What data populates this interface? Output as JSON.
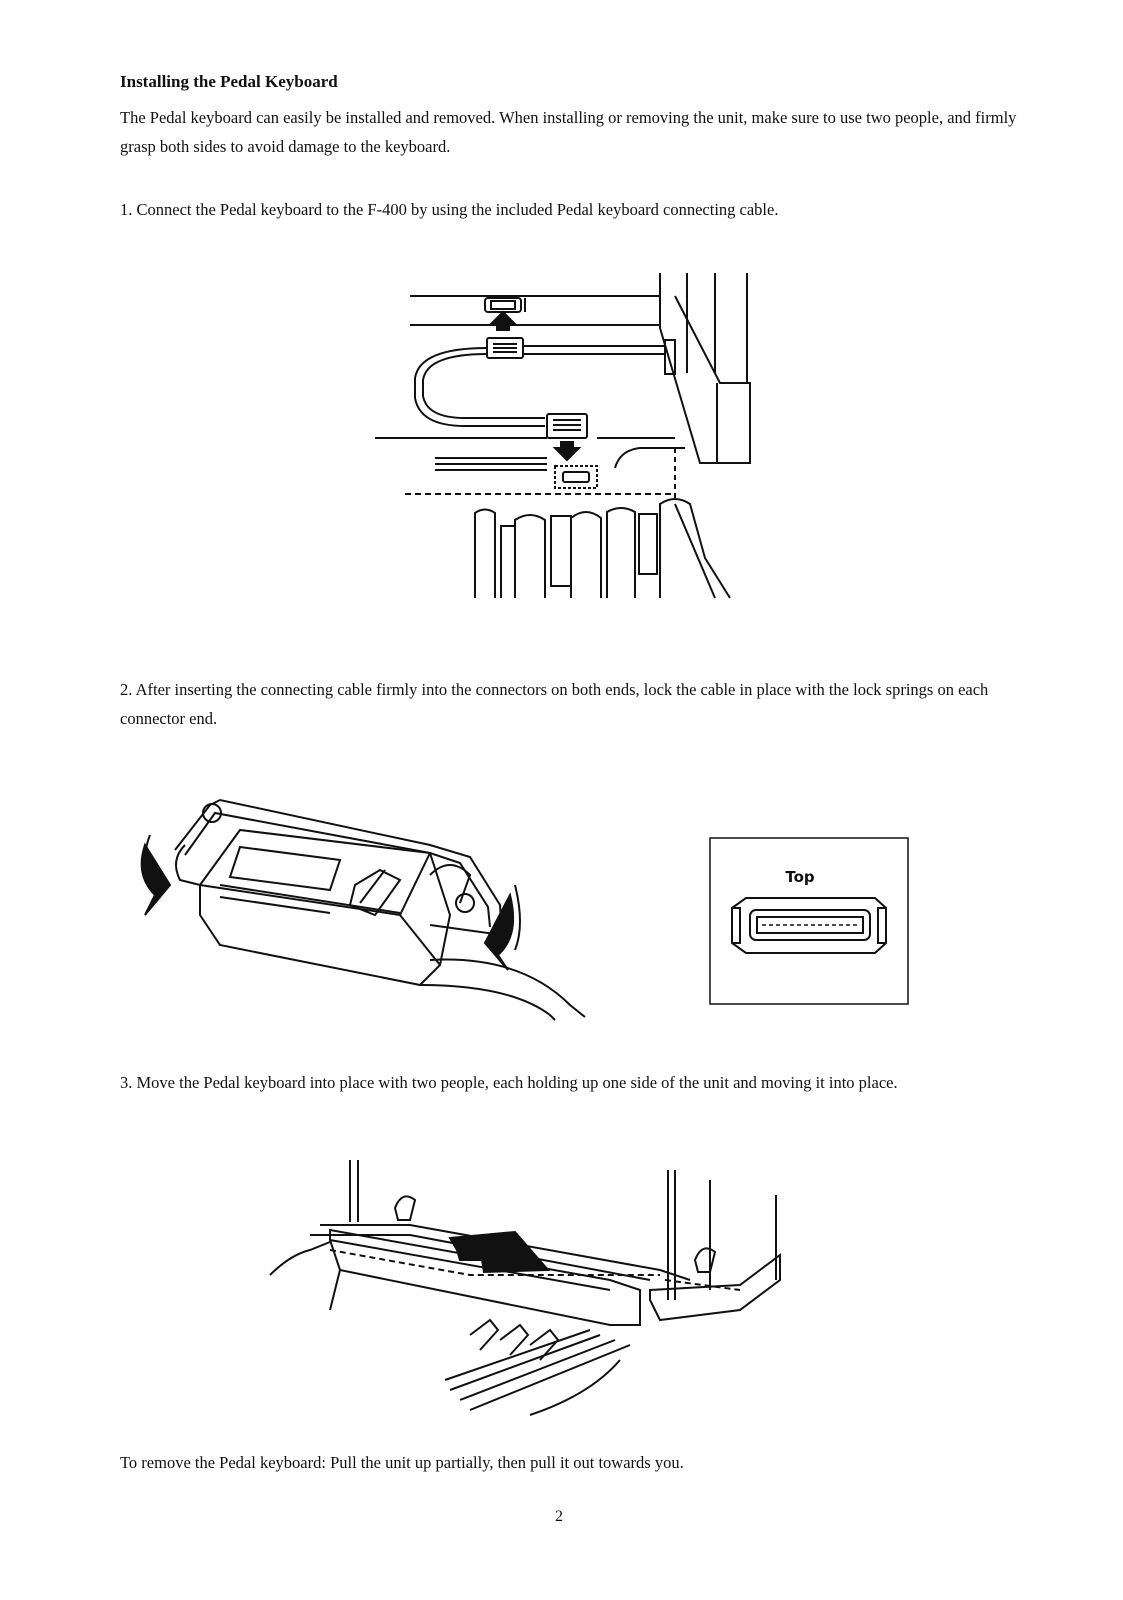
{
  "heading": "Installing the Pedal Keyboard",
  "intro": "The Pedal keyboard can easily be installed and removed.  When installing or removing the unit, make sure to use two people, and firmly grasp both sides to avoid damage to the keyboard.",
  "steps": [
    "1.  Connect the Pedal keyboard to the F-400 by using the included Pedal keyboard connecting cable.",
    "2.  After inserting the connecting cable firmly into the connectors on both ends, lock the cable in place with the lock springs on each connector end.",
    "3.  Move the Pedal keyboard into place with two people, each holding up one side of the unit and moving it into place."
  ],
  "connector_inset_label": "Top",
  "removal_note": "To remove the Pedal keyboard: Pull the unit up partially, then pull it out towards you.",
  "page_number": "2"
}
